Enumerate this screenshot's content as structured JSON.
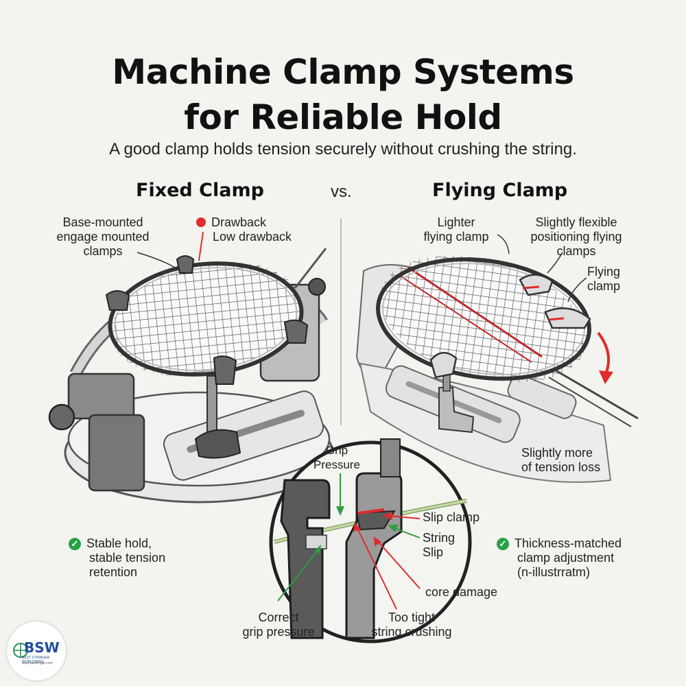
{
  "title_line1": "Machine Clamp Systems",
  "title_line2": "for Reliable Hold",
  "subtitle": "A good clamp holds tension securely without crushing the string.",
  "vs": "vs.",
  "fixed": {
    "heading": "Fixed Clamp",
    "base_label": [
      "Base-mounted",
      "engage mounted",
      "clamps"
    ],
    "drawback_label": [
      "Drawback",
      "Low drawback"
    ],
    "benefit": [
      "Stable hold,",
      "stable tension",
      "retention"
    ],
    "drawback_color": "#e02b2b"
  },
  "flying": {
    "heading": "Flying Clamp",
    "lighter_label": [
      "Lighter",
      "flying clamp"
    ],
    "flexible_label": [
      "Slightly flexible",
      "positioning flying",
      "clamps"
    ],
    "flying_label": [
      "Flying",
      "clamp"
    ],
    "loss_label": [
      "Slightly more",
      "of tension loss"
    ],
    "benefit": [
      "Thickness-matched",
      "clamp adjustment",
      "(n-illustrratm)"
    ]
  },
  "detail": {
    "grip_pressure": [
      "Grip",
      "Pressure"
    ],
    "slip_clamp": "Slip clamp",
    "string_slip": [
      "String",
      "Slip"
    ],
    "core_damage": "core damage",
    "correct": [
      "Correct",
      "grip pressure"
    ],
    "too_tight": [
      "Too tight",
      "string crushing"
    ]
  },
  "logo": {
    "name": "BSW",
    "tagline": "BEST STRINGER WORLDWIDE",
    "url": "www.bestringer.com"
  },
  "colors": {
    "check": "#27a244",
    "arrow_red": "#e02b2b",
    "arrow_green": "#2e9e3e"
  }
}
